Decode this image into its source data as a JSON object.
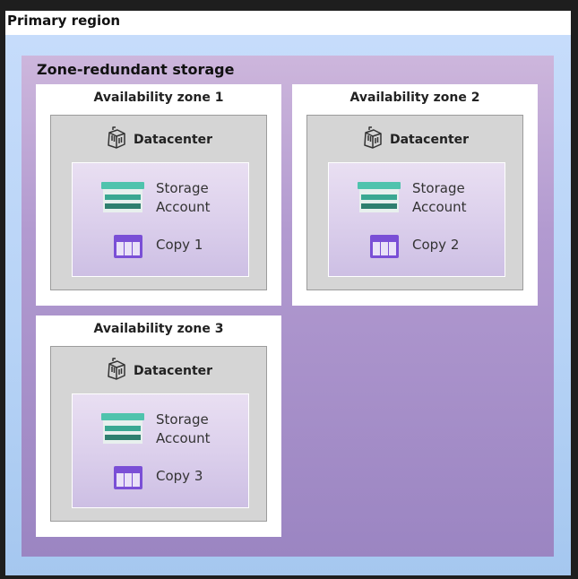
{
  "region": {
    "title": "Primary region"
  },
  "zrs": {
    "title": "Zone-redundant storage"
  },
  "zones": [
    {
      "title": "Availability zone 1",
      "datacenter": "Datacenter",
      "storage_line1": "Storage",
      "storage_line2": "Account",
      "copy": "Copy 1"
    },
    {
      "title": "Availability zone 2",
      "datacenter": "Datacenter",
      "storage_line1": "Storage",
      "storage_line2": "Account",
      "copy": "Copy 2"
    },
    {
      "title": "Availability zone 3",
      "datacenter": "Datacenter",
      "storage_line1": "Storage",
      "storage_line2": "Account",
      "copy": "Copy 3"
    }
  ],
  "icons": {
    "datacenter": "datacenter-icon",
    "storage": "storage-account-icon",
    "copy": "table-copy-icon"
  },
  "colors": {
    "storage_teal": "#3fbfa8",
    "storage_dark": "#2f8a78",
    "copy_purple": "#7a4fd6"
  }
}
